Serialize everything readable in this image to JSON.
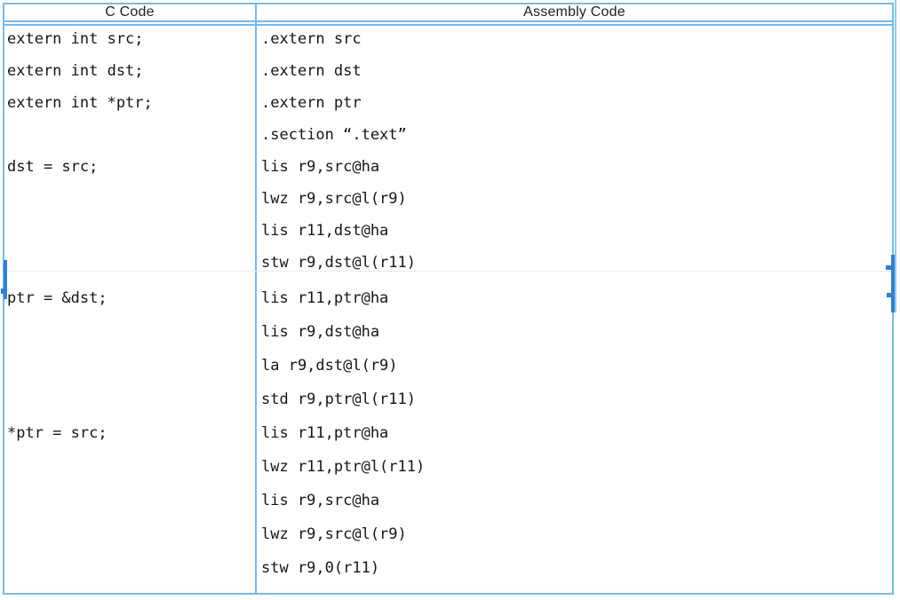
{
  "colors": {
    "border": "#70bbf2",
    "border_outer": "#8ecdf6",
    "selection": "#2e80da",
    "row_divider": "#dceefa",
    "text": "#161616"
  },
  "table": {
    "header": {
      "c_col": "C Code",
      "asm_col": "Assembly Code"
    },
    "rows": [
      {
        "c_code": [
          "extern int src;",
          "extern int dst;",
          "extern int *ptr;",
          "",
          "dst = src;"
        ],
        "assembly": [
          ".extern src",
          ".extern dst",
          ".extern ptr",
          ".section “.text”",
          "lis r9,src@ha",
          "lwz r9,src@l(r9)",
          "lis r11,dst@ha",
          "stw r9,dst@l(r11)"
        ]
      },
      {
        "c_code": [
          "ptr = &dst;",
          "",
          "",
          "",
          "*ptr = src;"
        ],
        "assembly": [
          "lis r11,ptr@ha",
          "lis r9,dst@ha",
          "la r9,dst@l(r9)",
          "std r9,ptr@l(r11)",
          "lis r11,ptr@ha",
          "lwz r11,ptr@l(r11)",
          "lis r9,src@ha",
          "lwz r9,src@l(r9)",
          "stw r9,0(r11)"
        ]
      }
    ]
  }
}
